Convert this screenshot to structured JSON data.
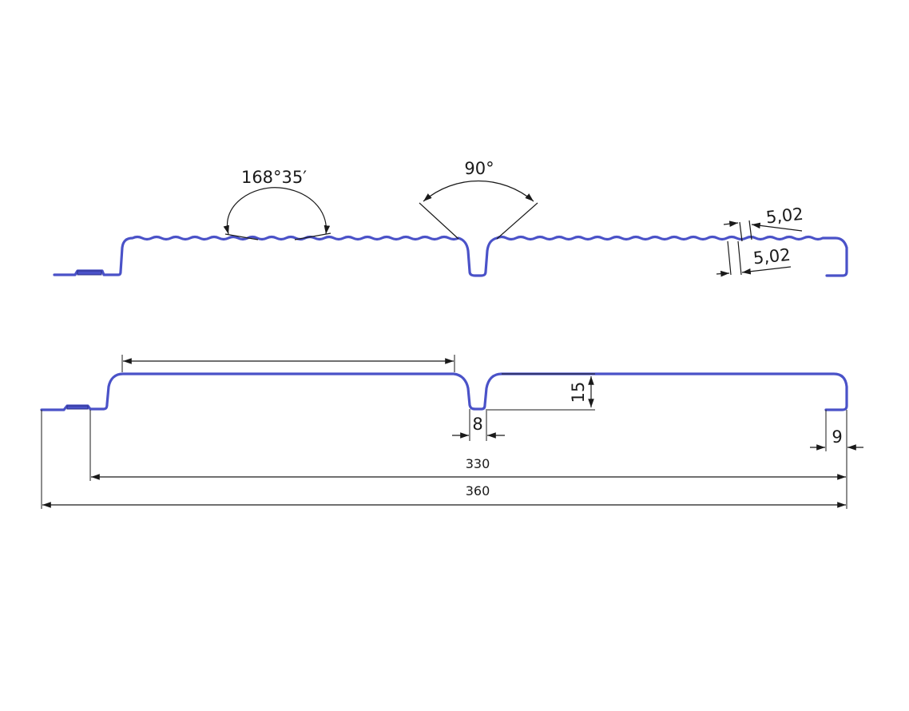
{
  "top_view": {
    "angle_left": "168°35′",
    "angle_center": "90°",
    "thickness_upper": "5,02",
    "thickness_lower": "5,02"
  },
  "bottom_view": {
    "height": "15",
    "groove_width": "8",
    "edge_width": "9",
    "effective_width": "330",
    "total_width": "360"
  },
  "colors": {
    "profile": "#4a52c8",
    "dimension": "#1a1a1a"
  }
}
